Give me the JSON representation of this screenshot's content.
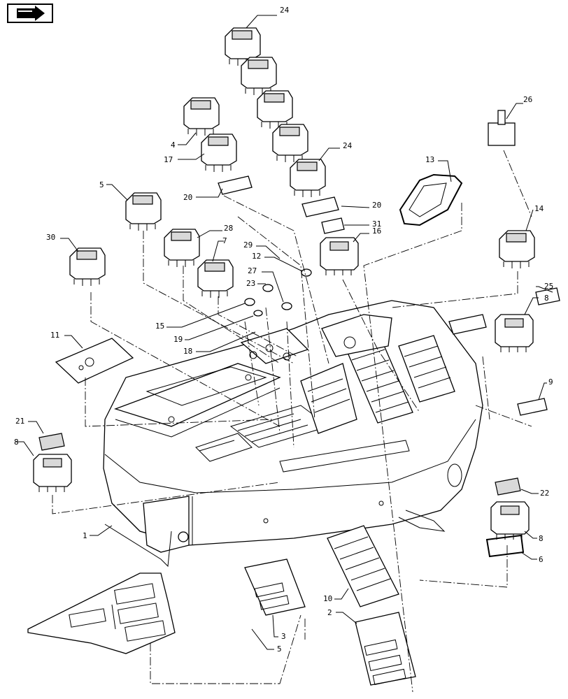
{
  "nav": {
    "icon": "arrow-right-icon"
  },
  "callouts": [
    "24",
    "26",
    "4",
    "17",
    "24",
    "20",
    "5",
    "20",
    "13",
    "31",
    "28",
    "30",
    "16",
    "29",
    "7",
    "12",
    "27",
    "23",
    "14",
    "25",
    "15",
    "19",
    "18",
    "11",
    "8",
    "9",
    "21",
    "8",
    "22",
    "1",
    "8",
    "6",
    "10",
    "2",
    "3",
    "5"
  ],
  "colors": {
    "line": "#000000",
    "background": "#ffffff",
    "shade": "#d9d9d9"
  }
}
